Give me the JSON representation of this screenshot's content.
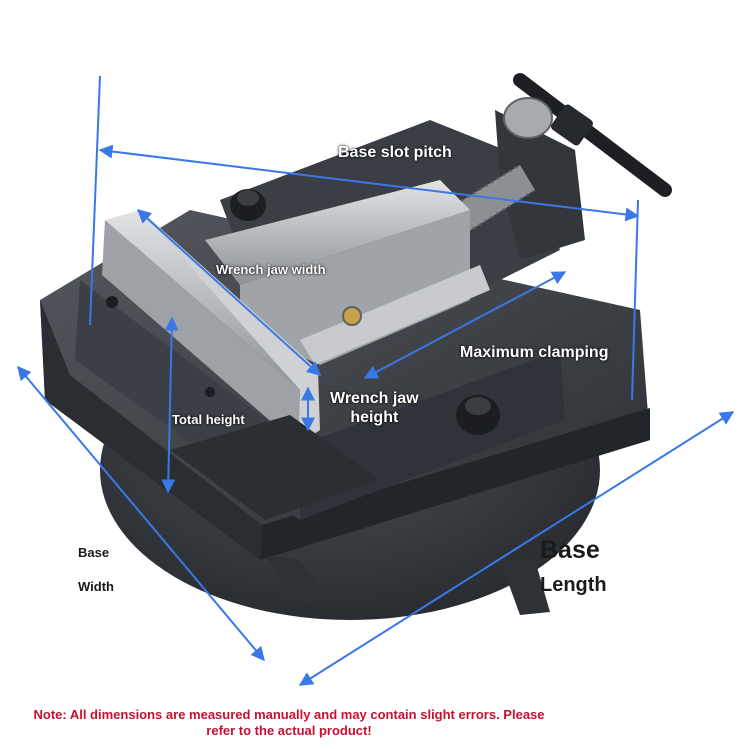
{
  "labels": {
    "base_slot_pitch": "Base slot pitch",
    "wrench_jaw_width": "Wrench jaw width",
    "maximum_clamping": "Maximum clamping",
    "wrench_jaw_height_line1": "Wrench jaw",
    "wrench_jaw_height_line2": "height",
    "total_height": "Total height",
    "base_width_line1": "Base",
    "base_width_line2": "Width",
    "base_length_line1": "Base",
    "base_length_line2": "Length"
  },
  "note": {
    "line1": "Note: All dimensions are measured manually and may contain slight errors. Please",
    "line2": "refer to the actual product!"
  },
  "colors": {
    "dimension_line": "#3a78e8",
    "vise_body": "#3a3d42",
    "jaw_steel": "#b9bcc0",
    "note_text": "#c8102e"
  }
}
